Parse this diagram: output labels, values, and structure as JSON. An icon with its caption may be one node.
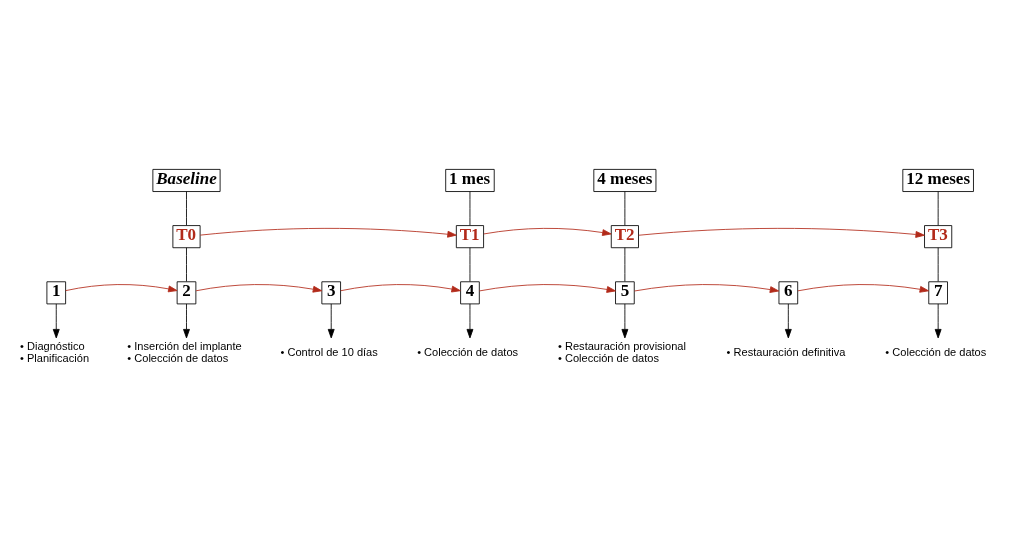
{
  "diagram": {
    "nodes": [
      {
        "text": [
          "Baseline"
        ]
      },
      {
        "text": [
          "1 mes"
        ]
      },
      {
        "text": [
          "4 meses"
        ]
      },
      {
        "text": [
          "12 meses"
        ]
      },
      {
        "text": [
          "T0"
        ]
      },
      {
        "text": [
          "T1"
        ]
      },
      {
        "text": [
          "T2"
        ]
      },
      {
        "text": [
          "T3"
        ]
      },
      {
        "text": [
          "1"
        ]
      },
      {
        "text": [
          "2"
        ]
      },
      {
        "text": [
          "3"
        ]
      },
      {
        "text": [
          "4"
        ]
      },
      {
        "text": [
          "5"
        ]
      },
      {
        "text": [
          "6"
        ]
      },
      {
        "text": [
          "7"
        ]
      },
      {
        "text": [
          "• Diagnóstico",
          "• Planificación"
        ]
      },
      {
        "text": [
          "• Inserción del implante",
          "• Colección de datos"
        ]
      },
      {
        "text": [
          "• Control de 10 días"
        ]
      },
      {
        "text": [
          "• Colección de datos"
        ]
      },
      {
        "text": [
          "• Restauración provisional",
          "• Colección de datos"
        ]
      },
      {
        "text": [
          "• Restauración definitiva"
        ]
      },
      {
        "text": [
          "• Colección de datos"
        ]
      }
    ],
    "edges": [
      {
        "from": 0,
        "to": 4,
        "arrow": "none"
      },
      {
        "from": 4,
        "to": 9,
        "arrow": "none"
      },
      {
        "from": 1,
        "to": 5,
        "arrow": "none"
      },
      {
        "from": 5,
        "to": 11,
        "arrow": "none"
      },
      {
        "from": 2,
        "to": 6,
        "arrow": "none"
      },
      {
        "from": 6,
        "to": 12,
        "arrow": "none"
      },
      {
        "from": 3,
        "to": 7,
        "arrow": "none"
      },
      {
        "from": 7,
        "to": 14,
        "arrow": "none"
      },
      {
        "from": 4,
        "to": 5,
        "arrow": "to",
        "color": "#b22a1a"
      },
      {
        "from": 5,
        "to": 6,
        "arrow": "to",
        "color": "#b22a1a"
      },
      {
        "from": 6,
        "to": 7,
        "arrow": "to",
        "color": "#b22a1a"
      },
      {
        "from": 8,
        "to": 9,
        "arrow": "to",
        "color": "#b22a1a"
      },
      {
        "from": 9,
        "to": 10,
        "arrow": "to",
        "color": "#b22a1a"
      },
      {
        "from": 10,
        "to": 11,
        "arrow": "to",
        "color": "#b22a1a"
      },
      {
        "from": 11,
        "to": 12,
        "arrow": "to",
        "color": "#b22a1a"
      },
      {
        "from": 12,
        "to": 13,
        "arrow": "to",
        "color": "#b22a1a"
      },
      {
        "from": 13,
        "to": 14,
        "arrow": "to",
        "color": "#b22a1a"
      },
      {
        "from": 8,
        "to": 15,
        "arrow": "to"
      },
      {
        "from": 9,
        "to": 16,
        "arrow": "to"
      },
      {
        "from": 10,
        "to": 17,
        "arrow": "to"
      },
      {
        "from": 11,
        "to": 18,
        "arrow": "to"
      },
      {
        "from": 12,
        "to": 19,
        "arrow": "to"
      },
      {
        "from": 13,
        "to": 20,
        "arrow": "to"
      },
      {
        "from": 14,
        "to": 21,
        "arrow": "to"
      }
    ]
  }
}
